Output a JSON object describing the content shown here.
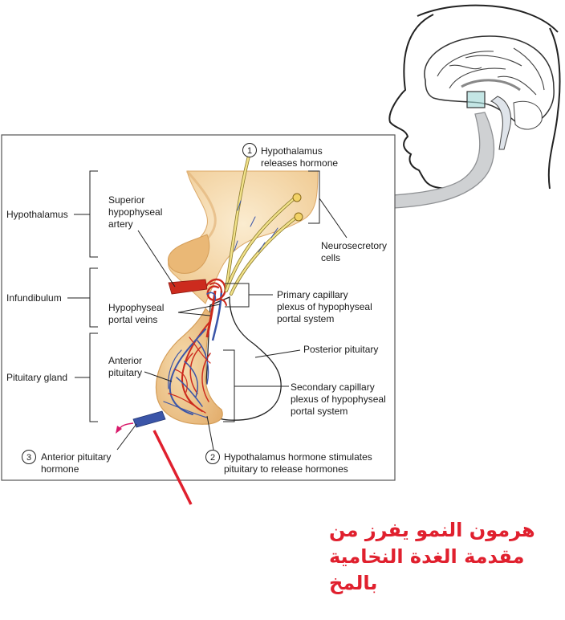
{
  "labels": {
    "hypothalamus": "Hypothalamus",
    "infundibulum": "Infundibulum",
    "pituitary_gland": "Pituitary gland",
    "superior_artery": [
      "Superior",
      "hypophyseal",
      "artery"
    ],
    "portal_veins": [
      "Hypophyseal",
      "portal veins"
    ],
    "anterior_pituitary": [
      "Anterior",
      "pituitary"
    ],
    "neurosecretory": [
      "Neurosecretory",
      "cells"
    ],
    "primary_plexus": [
      "Primary capillary",
      "plexus of hypophyseal",
      "portal system"
    ],
    "posterior_pituitary": "Posterior pituitary",
    "secondary_plexus": [
      "Secondary capillary",
      "plexus of hypophyseal",
      "portal system"
    ]
  },
  "steps": [
    {
      "num": "1",
      "lines": [
        "Hypothalamus",
        "releases hormone"
      ]
    },
    {
      "num": "2",
      "lines": [
        "Hypothalamus hormone stimulates",
        "pituitary to release hormones"
      ]
    },
    {
      "num": "3",
      "lines": [
        "Anterior pituitary",
        "hormone"
      ]
    }
  ],
  "annotation": {
    "lines": [
      "هرمون النمو يفرز من",
      "مقدمة الغدة النخامية",
      "بالمخ"
    ],
    "color": "#e0202e"
  },
  "colors": {
    "tissue": "#f7deb0",
    "tissue_dark": "#e9b978",
    "artery": "#cc2b1e",
    "vein": "#3b55a8",
    "axon": "#f2e28a",
    "arrow": "#cfd1d3"
  }
}
